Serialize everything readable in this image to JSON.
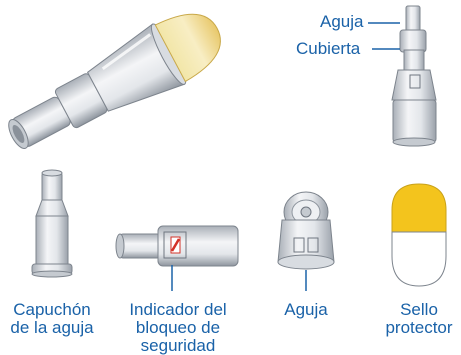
{
  "colors": {
    "label": "#1a62a8",
    "device_body": "#e9ebee",
    "device_shade": "#a9afb7",
    "device_dark": "#6f7680",
    "seal_yellow": "#f3c41d",
    "seal_cream": "#f4efc2",
    "indicator_red": "#d33127"
  },
  "labels": {
    "aguja_top": "Aguja",
    "cubierta": "Cubierta",
    "capuchon_line1": "Capuchón",
    "capuchon_line2": "de la aguja",
    "indicador_line1": "Indicador del",
    "indicador_line2": "bloqueo de",
    "indicador_line3": "seguridad",
    "aguja_bottom": "Aguja",
    "sello_line1": "Sello",
    "sello_line2": "protector"
  }
}
